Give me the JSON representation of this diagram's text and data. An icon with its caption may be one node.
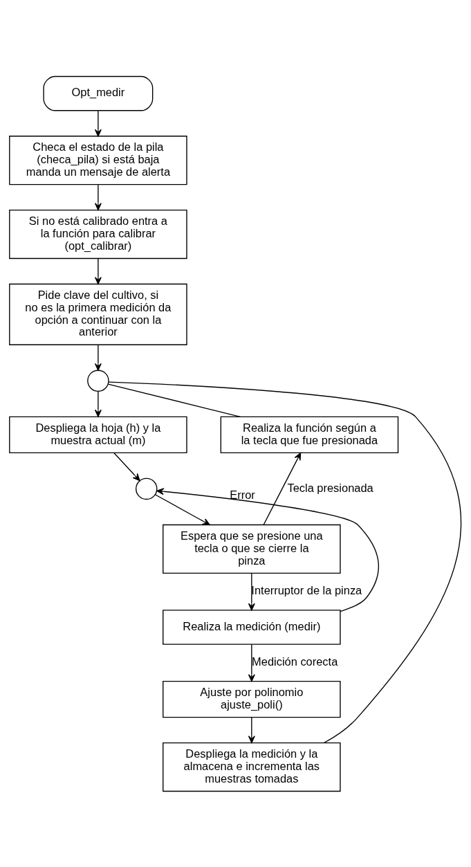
{
  "diagram": {
    "nodes": [
      {
        "text": [
          "Opt_medir"
        ]
      },
      {
        "text": [
          "Checa el estado de la pila (checa_pila) si está baja manda un mensaje de alerta"
        ]
      },
      {
        "text": [
          "Si no está calibrado entra a la función para calibrar (opt_calibrar)"
        ]
      },
      {
        "text": [
          "Pide clave del cultivo, si no es la primera medición da opción a continuar con la anterior"
        ]
      },
      {
        "text": [],
        "shape": "circle"
      },
      {
        "text": [
          "Despliega la hoja (h) y la muestra actual (m)"
        ]
      },
      {
        "text": [
          "Realiza la función según a la tecla que fue presionada"
        ]
      },
      {
        "text": [],
        "shape": "circle"
      },
      {
        "text": [
          "Espera que se presione una tecla o que se cierre la pinza"
        ]
      },
      {
        "text": [
          "Realiza la medición (medir)"
        ]
      },
      {
        "text": [
          "Ajuste por polinomio ajuste_poli()"
        ]
      },
      {
        "text": [
          "Despliega la medición y la almacena e incrementa las muestras tomadas"
        ]
      }
    ],
    "edges": [
      {
        "from": 0,
        "to": 1,
        "arrow": "to"
      },
      {
        "from": 1,
        "to": 2,
        "arrow": "to"
      },
      {
        "from": 2,
        "to": 3,
        "arrow": "to"
      },
      {
        "from": 3,
        "to": 4,
        "arrow": "to"
      },
      {
        "from": 4,
        "to": 5,
        "arrow": "to"
      },
      {
        "from": 5,
        "to": 7,
        "arrow": "to"
      },
      {
        "from": 7,
        "to": 8,
        "arrow": "to"
      },
      {
        "from": 8,
        "to": 6,
        "arrow": "to",
        "label": "Tecla presionada"
      },
      {
        "from": 6,
        "to": 4,
        "arrow": "none"
      },
      {
        "from": 8,
        "to": 9,
        "arrow": "to",
        "label": "Interruptor de la pinza"
      },
      {
        "from": 9,
        "to": 7,
        "arrow": "to",
        "label": "Error"
      },
      {
        "from": 9,
        "to": 10,
        "arrow": "to",
        "label": "Medición corecta"
      },
      {
        "from": 10,
        "to": 11,
        "arrow": "to"
      },
      {
        "from": 11,
        "to": 4,
        "arrow": "none"
      }
    ]
  }
}
